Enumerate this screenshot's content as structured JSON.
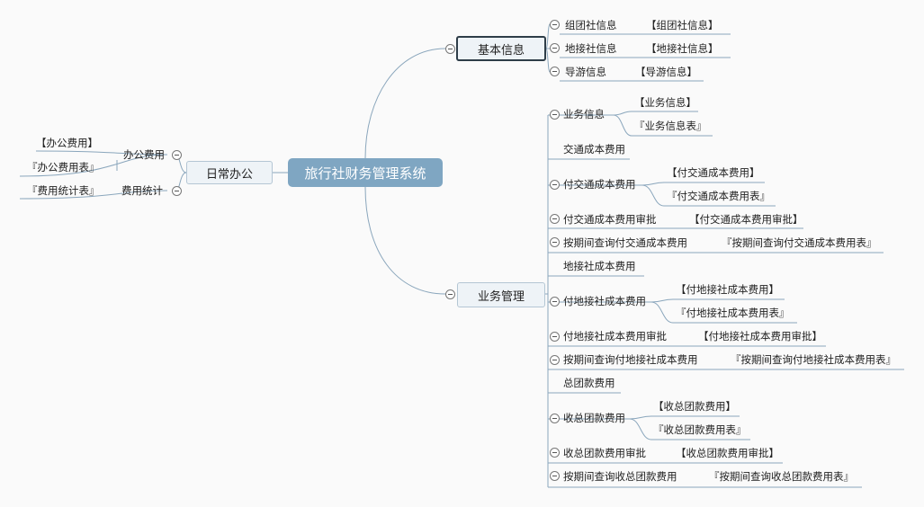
{
  "root": {
    "label": "旅行社财务管理系统"
  },
  "left": {
    "label": "日常办公",
    "children": [
      {
        "label": "办公费用",
        "items": [
          "【办公费用】",
          "『办公费用表』"
        ]
      },
      {
        "label": "费用统计",
        "items": [
          "『费用统计表』"
        ]
      }
    ]
  },
  "right_top": {
    "label": "基本信息",
    "children": [
      {
        "label": "组团社信息",
        "items": [
          "【组团社信息】"
        ]
      },
      {
        "label": "地接社信息",
        "items": [
          "【地接社信息】"
        ]
      },
      {
        "label": "导游信息",
        "items": [
          "【导游信息】"
        ]
      }
    ]
  },
  "right_bottom": {
    "label": "业务管理",
    "children": [
      {
        "label": "业务信息",
        "items": [
          "【业务信息】",
          "『业务信息表』"
        ]
      },
      {
        "label": "交通成本费用",
        "items": []
      },
      {
        "label": "付交通成本费用",
        "items": [
          "【付交通成本费用】",
          "『付交通成本费用表』"
        ]
      },
      {
        "label": "付交通成本费用审批",
        "items": [
          "【付交通成本费用审批】"
        ]
      },
      {
        "label": "按期间查询付交通成本费用",
        "items": [
          "『按期间查询付交通成本费用表』"
        ]
      },
      {
        "label": "地接社成本费用",
        "items": []
      },
      {
        "label": "付地接社成本费用",
        "items": [
          "【付地接社成本费用】",
          "『付地接社成本费用表』"
        ]
      },
      {
        "label": "付地接社成本费用审批",
        "items": [
          "【付地接社成本费用审批】"
        ]
      },
      {
        "label": "按期间查询付地接社成本费用",
        "items": [
          "『按期间查询付地接社成本费用表』"
        ]
      },
      {
        "label": "总团款费用",
        "items": []
      },
      {
        "label": "收总团款费用",
        "items": [
          "【收总团款费用】",
          "『收总团款费用表』"
        ]
      },
      {
        "label": "收总团款费用审批",
        "items": [
          "【收总团款费用审批】"
        ]
      },
      {
        "label": "按期间查询收总团款费用",
        "items": [
          "『按期间查询收总团款费用表』"
        ]
      }
    ]
  }
}
